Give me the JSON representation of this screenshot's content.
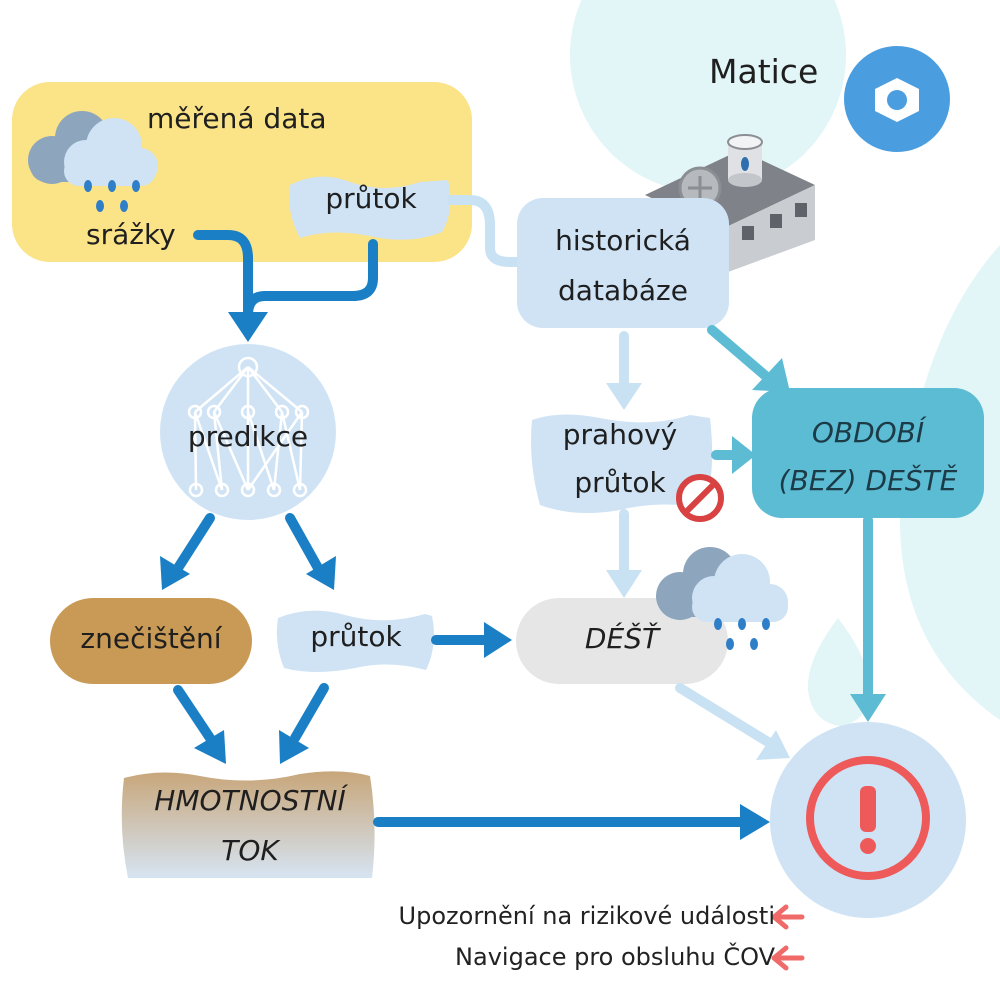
{
  "brand": {
    "name": "Matice",
    "icon": "hex-nut-icon"
  },
  "nodes": {
    "measured_data": "měřená data",
    "rainfall": "srážky",
    "flow_measured": "průtok",
    "historical_db_line1": "historická",
    "historical_db_line2": "databáze",
    "prediction": "predikce",
    "threshold_line1": "prahový",
    "threshold_line2": "průtok",
    "dry_period_line1": "OBDOBÍ",
    "dry_period_line2": "(BEZ) DEŠTĚ",
    "pollution": "znečištění",
    "flow_predicted": "průtok",
    "rain": "DÉŠŤ",
    "mass_flow_line1": "HMOTNOSTNÍ",
    "mass_flow_line2": "TOK"
  },
  "legend": {
    "item1": "Upozornění na rizikové události",
    "item2": "Navigace pro obsluhu ČOV"
  },
  "colors": {
    "yellow_panel": "#fbe387",
    "light_blue_node": "#cfe3f5",
    "teal_node": "#5bbcd3",
    "brown_node": "#c99a55",
    "grey_node": "#e6e6e6",
    "dark_arrow": "#1a7fc5",
    "light_arrow": "#c8e2f3",
    "teal_arrow": "#5dbcd4",
    "alert_red": "#ee5a5a",
    "legend_arrow": "#f06a6a",
    "brand_blue": "#4a9ee0"
  }
}
